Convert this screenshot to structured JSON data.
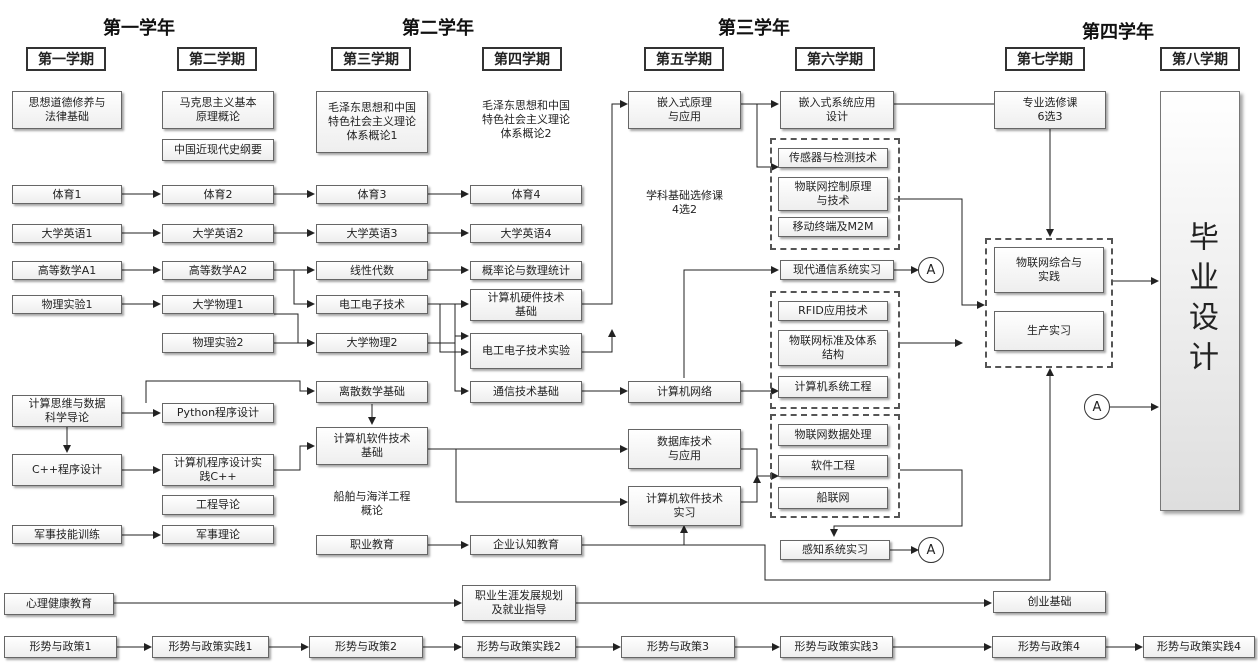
{
  "years": {
    "y1": "第一学年",
    "y2": "第二学年",
    "y3": "第三学年",
    "y4": "第四学年"
  },
  "semesters": {
    "s1": "第一学期",
    "s2": "第二学期",
    "s3": "第三学期",
    "s4": "第四学期",
    "s5": "第五学期",
    "s6": "第六学期",
    "s7": "第七学期",
    "s8": "第八学期"
  },
  "courses": {
    "sixiang": "思想道德修养与\n法律基础",
    "makesi": "马克思主义基本\n原理概论",
    "jindaishi": "中国近现代史纲要",
    "maozedong1": "毛泽东思想和中国\n特色社会主义理论\n体系概论1",
    "maozedong2": "毛泽东思想和中国\n特色社会主义理论\n体系概论2",
    "tiyu1": "体育1",
    "tiyu2": "体育2",
    "tiyu3": "体育3",
    "tiyu4": "体育4",
    "english1": "大学英语1",
    "english2": "大学英语2",
    "english3": "大学英语3",
    "english4": "大学英语4",
    "math1": "高等数学A1",
    "math2": "高等数学A2",
    "linear": "线性代数",
    "prob": "概率论与数理统计",
    "physexp1": "物理实验1",
    "physics1": "大学物理1",
    "physexp2": "物理实验2",
    "physics2": "大学物理2",
    "circuit": "电工电子技术",
    "hwbase": "计算机硬件技术\n基础",
    "circuitexp": "电工电子技术实验",
    "commbase": "通信技术基础",
    "network": "计算机网络",
    "compthink": "计算思维与数据\n科学导论",
    "python": "Python程序设计",
    "discrete": "离散数学基础",
    "cpp": "C++程序设计",
    "progpractice": "计算机程序设计实\n践C++",
    "swbase": "计算机软件技术\n基础",
    "engintro": "工程导论",
    "ship": "船舶与海洋工程\n概论",
    "military": "军事技能训练",
    "militarytheory": "军事理论",
    "career": "职业教育",
    "enterprise": "企业认知教育",
    "embedded": "嵌入式原理\n与应用",
    "embeddedapp": "嵌入式系统应用\n设计",
    "elective": "学科基础选修课\n4选2",
    "sensor": "传感器与检测技术",
    "iotcontrol": "物联网控制原理\n与技术",
    "mobile": "移动终端及M2M",
    "modcomm": "现代通信系统实习",
    "rfid": "RFID应用技术",
    "iotstd": "物联网标准及体系\n结构",
    "sysengr": "计算机系统工程",
    "database": "数据库技术\n与应用",
    "swpractice": "计算机软件技术\n实习",
    "iotdata": "物联网数据处理",
    "softeng": "软件工程",
    "shipnet": "船联网",
    "perception": "感知系统实习",
    "major": "专业选修课\n6选3",
    "iotpractice": "物联网综合与\n实践",
    "production": "生产实习",
    "graduation": "毕业设计",
    "mental": "心理健康教育",
    "careerplan": "职业生涯发展规划\n及就业指导",
    "startup": "创业基础",
    "policy1": "形势与政策1",
    "policyp1": "形势与政策实践1",
    "policy2": "形势与政策2",
    "policyp2": "形势与政策实践2",
    "policy3": "形势与政策3",
    "policyp3": "形势与政策实践3",
    "policy4": "形势与政策4",
    "policyp4": "形势与政策实践4"
  },
  "connectors": {
    "a1": "A",
    "a2": "A",
    "a3": "A"
  }
}
